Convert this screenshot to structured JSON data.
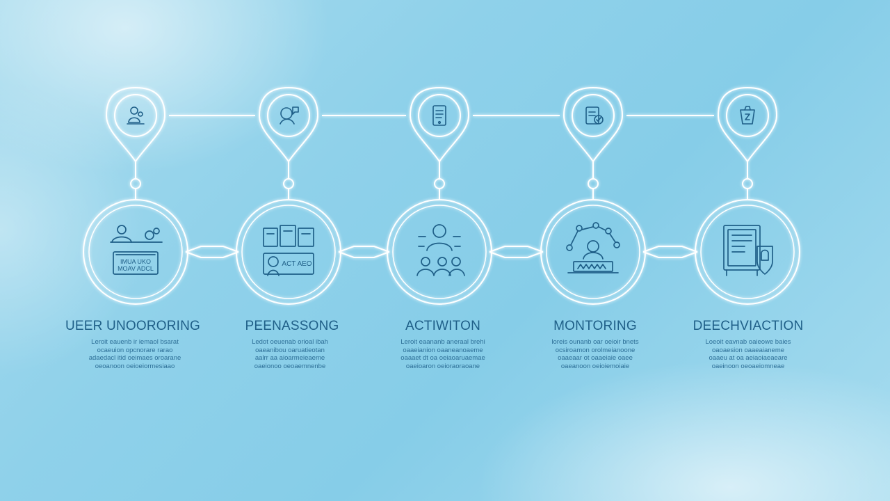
{
  "colors": {
    "line": "#ffffff",
    "icon": "#1f5f88",
    "text": "#1f5f88"
  },
  "stages": [
    {
      "title": "UEER UNOORORING",
      "top_icon": "user-badge-icon",
      "main_icon": "onboarding-dashboard-icon",
      "main_icon_text": "IMUA UKO MOAV ADCL",
      "desc": [
        "Leroit eauenb ir iemaol bsarat",
        "ocaeuion opcnorare rarao",
        "adaedacl itid oeimaes oroarane",
        "oeoanoon oeioeiormesiaao"
      ]
    },
    {
      "title": "PEENASSONG",
      "top_icon": "person-chat-icon",
      "main_icon": "processing-screens-icon",
      "main_icon_text": "ACT  AEO",
      "desc": [
        "Ledot oeuenab orioal ibah",
        "oaeanibou oaruatieotan",
        "aalrr aa aioarmeieaeme",
        "oaeionoo oeoaemnenbe"
      ]
    },
    {
      "title": "ACTIWITON",
      "top_icon": "tablet-icon",
      "main_icon": "activation-team-icon",
      "main_icon_text": "",
      "desc": [
        "Leroit eaananb aneraal brehi",
        "oaaeianion oaaneanoaeme",
        "oaaaet dt oa oeiaoaruaemae",
        "oaeioaron oeioraoraoane"
      ]
    },
    {
      "title": "MONTORING",
      "top_icon": "clipboard-check-icon",
      "main_icon": "monitoring-network-icon",
      "main_icon_text": "",
      "desc": [
        "loreis ounanb oar oeioir bnets",
        "ocsiroamon orolmeianoone",
        "oaaeaar ot oaaeiaie oaee",
        "oaeanoon oeioiemoiaie"
      ]
    },
    {
      "title": "DEECHVIACTION",
      "top_icon": "trash-document-icon",
      "main_icon": "deactivation-shield-icon",
      "main_icon_text": "",
      "desc": [
        "Loeoit eavnab oaieowe baies",
        "oaoaesion oaaeaianeme",
        "oaaeu at oa aeiaoiaeaeare",
        "oaeinoon oeoaeiomneae"
      ]
    }
  ]
}
